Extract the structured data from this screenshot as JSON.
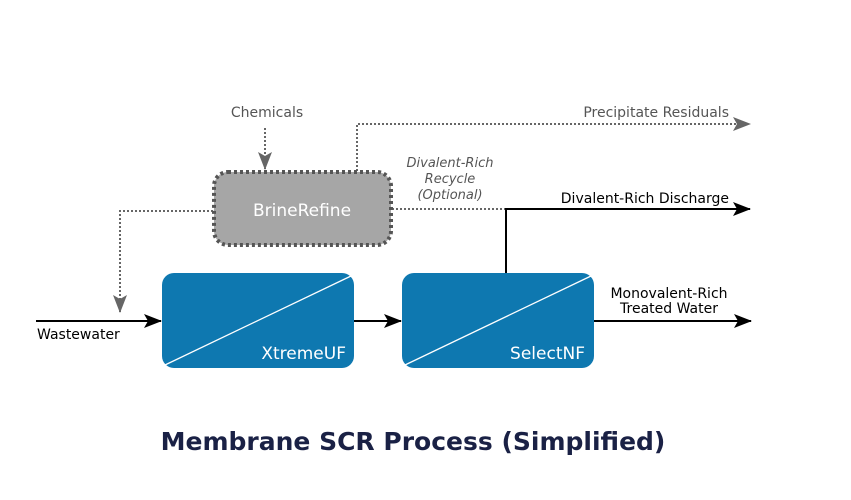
{
  "title": "Membrane SCR Process (Simplified)",
  "colors": {
    "title": "#1a2145",
    "membrane_fill": "#0e78b0",
    "brine_fill": "#a6a6a6",
    "brine_border": "#555555",
    "dotted": "#666666",
    "solid": "#000000",
    "gray_text": "#555555"
  },
  "units": {
    "xtremeuf": {
      "label": "XtremeUF"
    },
    "selectnf": {
      "label": "SelectNF"
    },
    "brinerefine": {
      "label": "BrineRefine"
    }
  },
  "streams": {
    "chemicals": "Chemicals",
    "precipitate": "Precipitate Residuals",
    "recycle": [
      "Divalent-Rich",
      "Recycle",
      "(Optional)"
    ],
    "discharge": "Divalent-Rich Discharge",
    "treated": [
      "Monovalent-Rich",
      "Treated Water"
    ],
    "wastewater": "Wastewater"
  }
}
